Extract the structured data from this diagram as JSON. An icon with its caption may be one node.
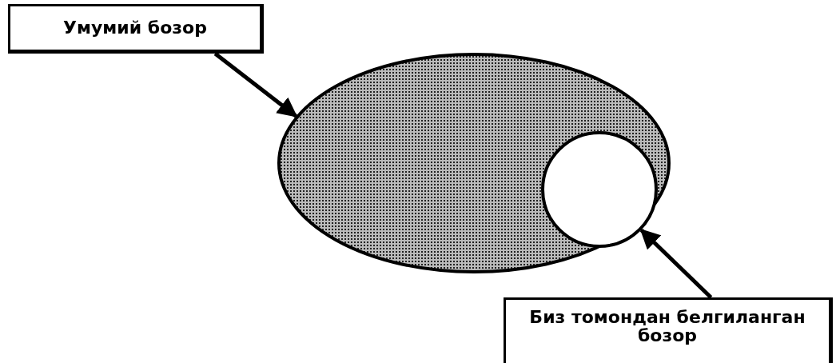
{
  "diagram": {
    "nodes": [
      {
        "text": [
          "Умумий бозор"
        ]
      },
      {
        "text": [],
        "shape": "ellipse"
      },
      {
        "text": [],
        "shape": "circle",
        "in": 1
      },
      {
        "text": [
          "Биз томондан белгиланган бозор"
        ]
      }
    ],
    "edges": [
      {
        "from": 0,
        "to": 1,
        "arrow": "to"
      },
      {
        "from": 3,
        "to": 2,
        "arrow": "to"
      }
    ]
  }
}
